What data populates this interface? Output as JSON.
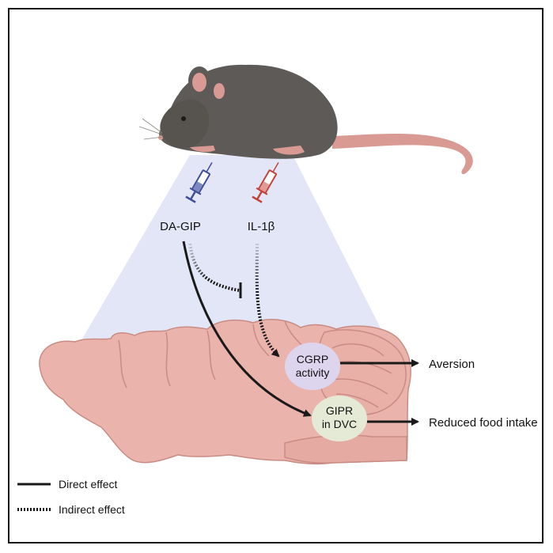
{
  "labels": {
    "drug_1": "DA-GIP",
    "drug_2": "IL-1β",
    "node_1_line1": "CGRP",
    "node_1_line2": "activity",
    "node_2_line1": "GIPR",
    "node_2_line2": "in DVC",
    "outcome_1": "Aversion",
    "outcome_2": "Reduced food intake"
  },
  "legend": {
    "direct": "Direct effect",
    "indirect": "Indirect effect"
  },
  "colors": {
    "beam": "#e3e6f7",
    "brain_fill": "#eab3ab",
    "brain_stroke": "#c98c84",
    "mouse_body": "#5e5a57",
    "mouse_pink": "#d89a92",
    "syringe_blue": "#3f4e9a",
    "syringe_red": "#c0443c",
    "cgrp_node": "#ddd5ee",
    "gipr_node": "#e5ead6",
    "arrow": "#1a1a1a"
  },
  "icons": [
    "mouse-illustration",
    "syringe-icon",
    "brain-illustration"
  ]
}
